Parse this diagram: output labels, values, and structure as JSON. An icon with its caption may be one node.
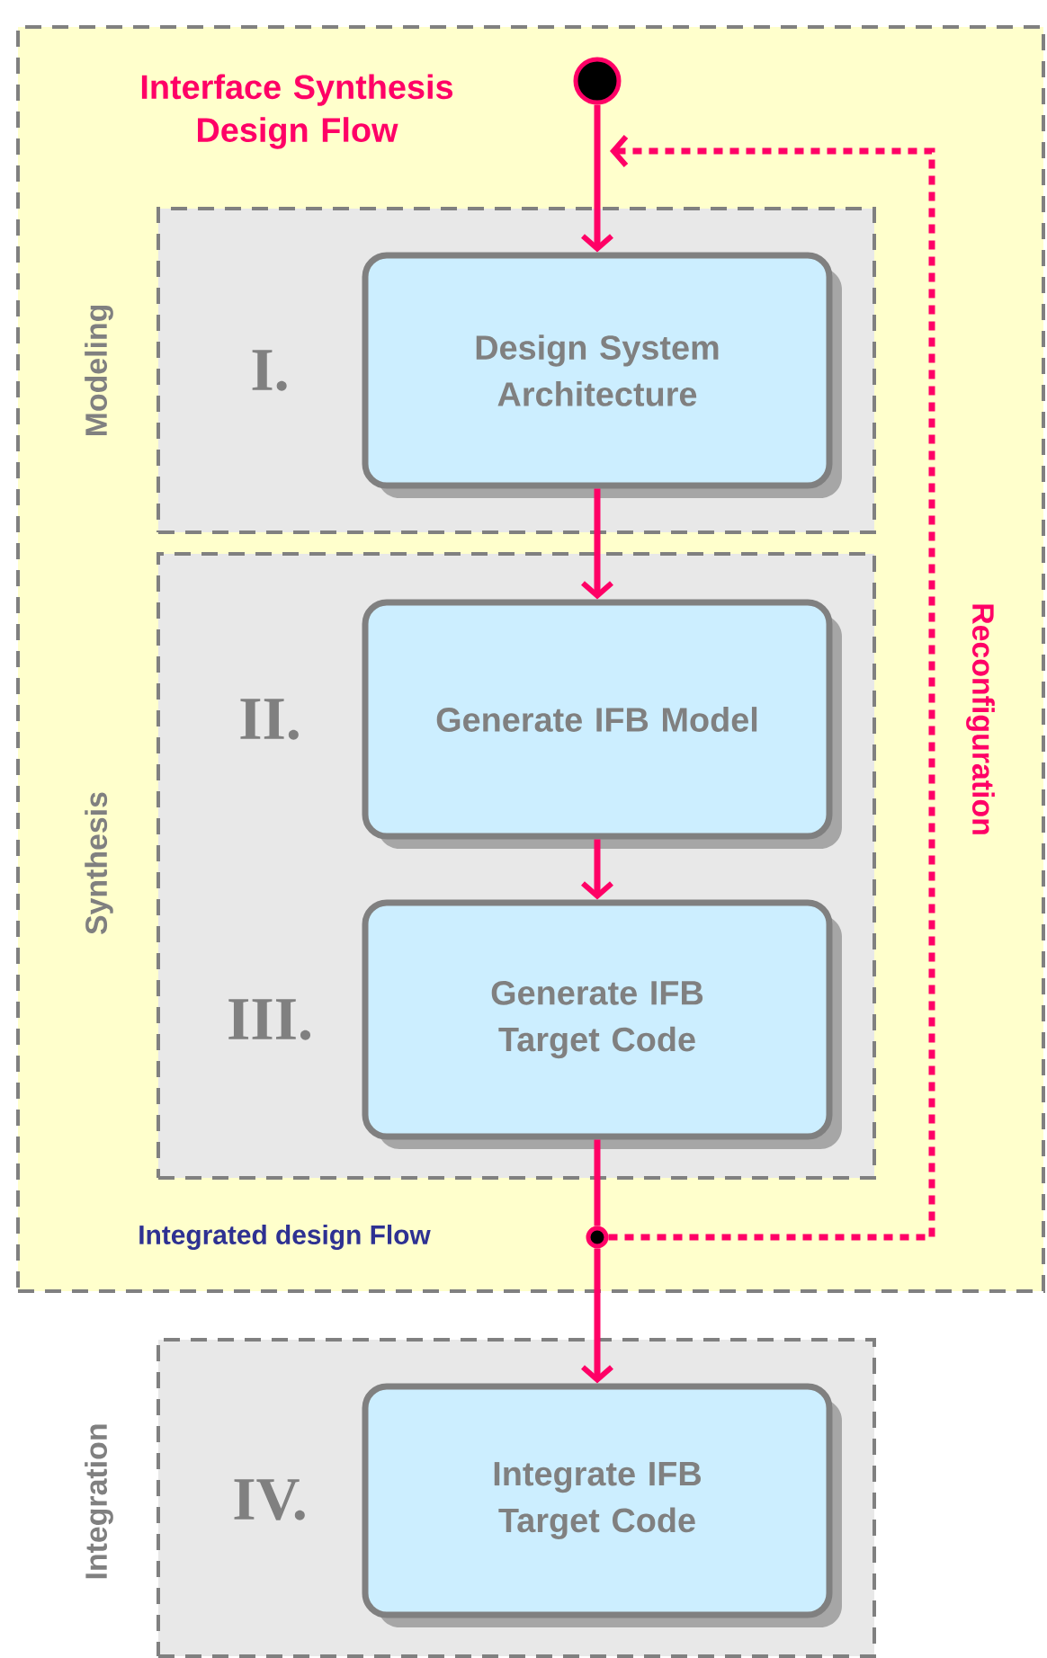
{
  "diagram": {
    "nodes": [
      {
        "text": [
          "Interface Synthesis Design Flow",
          "Integrated design Flow"
        ]
      },
      {
        "text": [
          "Modeling",
          "I."
        ],
        "in": 0
      },
      {
        "text": [
          "Design System Architecture"
        ],
        "in": 1
      },
      {
        "text": [
          "Synthesis",
          "II.",
          "III."
        ],
        "in": 0
      },
      {
        "text": [
          "Generate IFB Model"
        ],
        "in": 3
      },
      {
        "text": [
          "Generate IFB Target Code"
        ],
        "in": 3
      },
      {
        "text": [
          "Integration",
          "IV."
        ]
      },
      {
        "text": [
          "Integrate IFB Target Code"
        ],
        "in": 6
      },
      {
        "text": [],
        "shape": "circle",
        "in": 0
      },
      {
        "text": [],
        "shape": "circle",
        "in": 0
      }
    ],
    "edges": [
      {
        "from": 8,
        "to": 2,
        "arrow": "to"
      },
      {
        "from": 2,
        "to": 4,
        "arrow": "to"
      },
      {
        "from": 4,
        "to": 5,
        "arrow": "to"
      },
      {
        "from": 5,
        "to": 9,
        "arrow": "none"
      },
      {
        "from": 9,
        "to": 7,
        "arrow": "to"
      },
      {
        "from": 9,
        "to": null,
        "arrow": "to",
        "style": "dashed",
        "label": "Reconfiguration"
      }
    ]
  }
}
